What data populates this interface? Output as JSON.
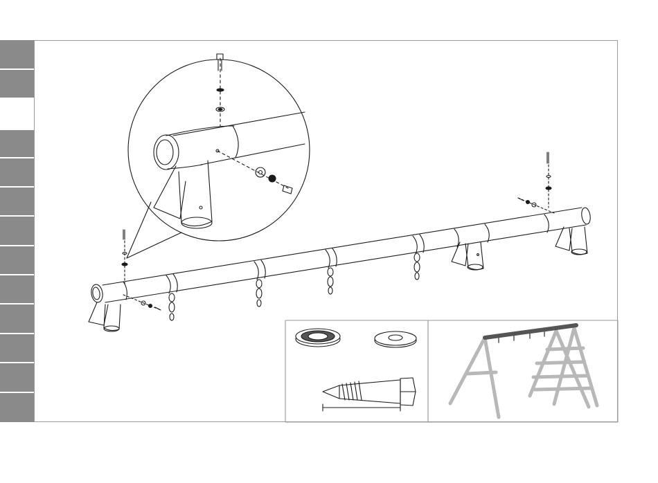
{
  "page": {
    "colors": {
      "tab_inactive": "#8a8a8a",
      "tab_active": "#ffffff",
      "frame": "#9a9a9a",
      "line_art": "#1a1a1a",
      "preview_gray": "#b8b8b8",
      "preview_beam": "#555555"
    }
  },
  "sidebar": {
    "tabs": [
      {
        "state": "inactive"
      },
      {
        "state": "inactive"
      },
      {
        "state": "active"
      },
      {
        "state": "inactive"
      },
      {
        "state": "inactive"
      },
      {
        "state": "inactive"
      },
      {
        "state": "inactive"
      },
      {
        "state": "inactive"
      },
      {
        "state": "inactive"
      },
      {
        "state": "inactive"
      },
      {
        "state": "inactive"
      },
      {
        "state": "inactive"
      },
      {
        "state": "inactive"
      }
    ]
  },
  "illustration": {
    "main_step": "top-beam-assembly",
    "hanging_hooks": 4,
    "detail_view": "beam-end-bracket-close-up",
    "parts_panel": [
      "flanged-washer-icon",
      "flat-washer-icon",
      "lag-screw-icon"
    ],
    "overview_panel": "swing-set-overview-icon"
  }
}
